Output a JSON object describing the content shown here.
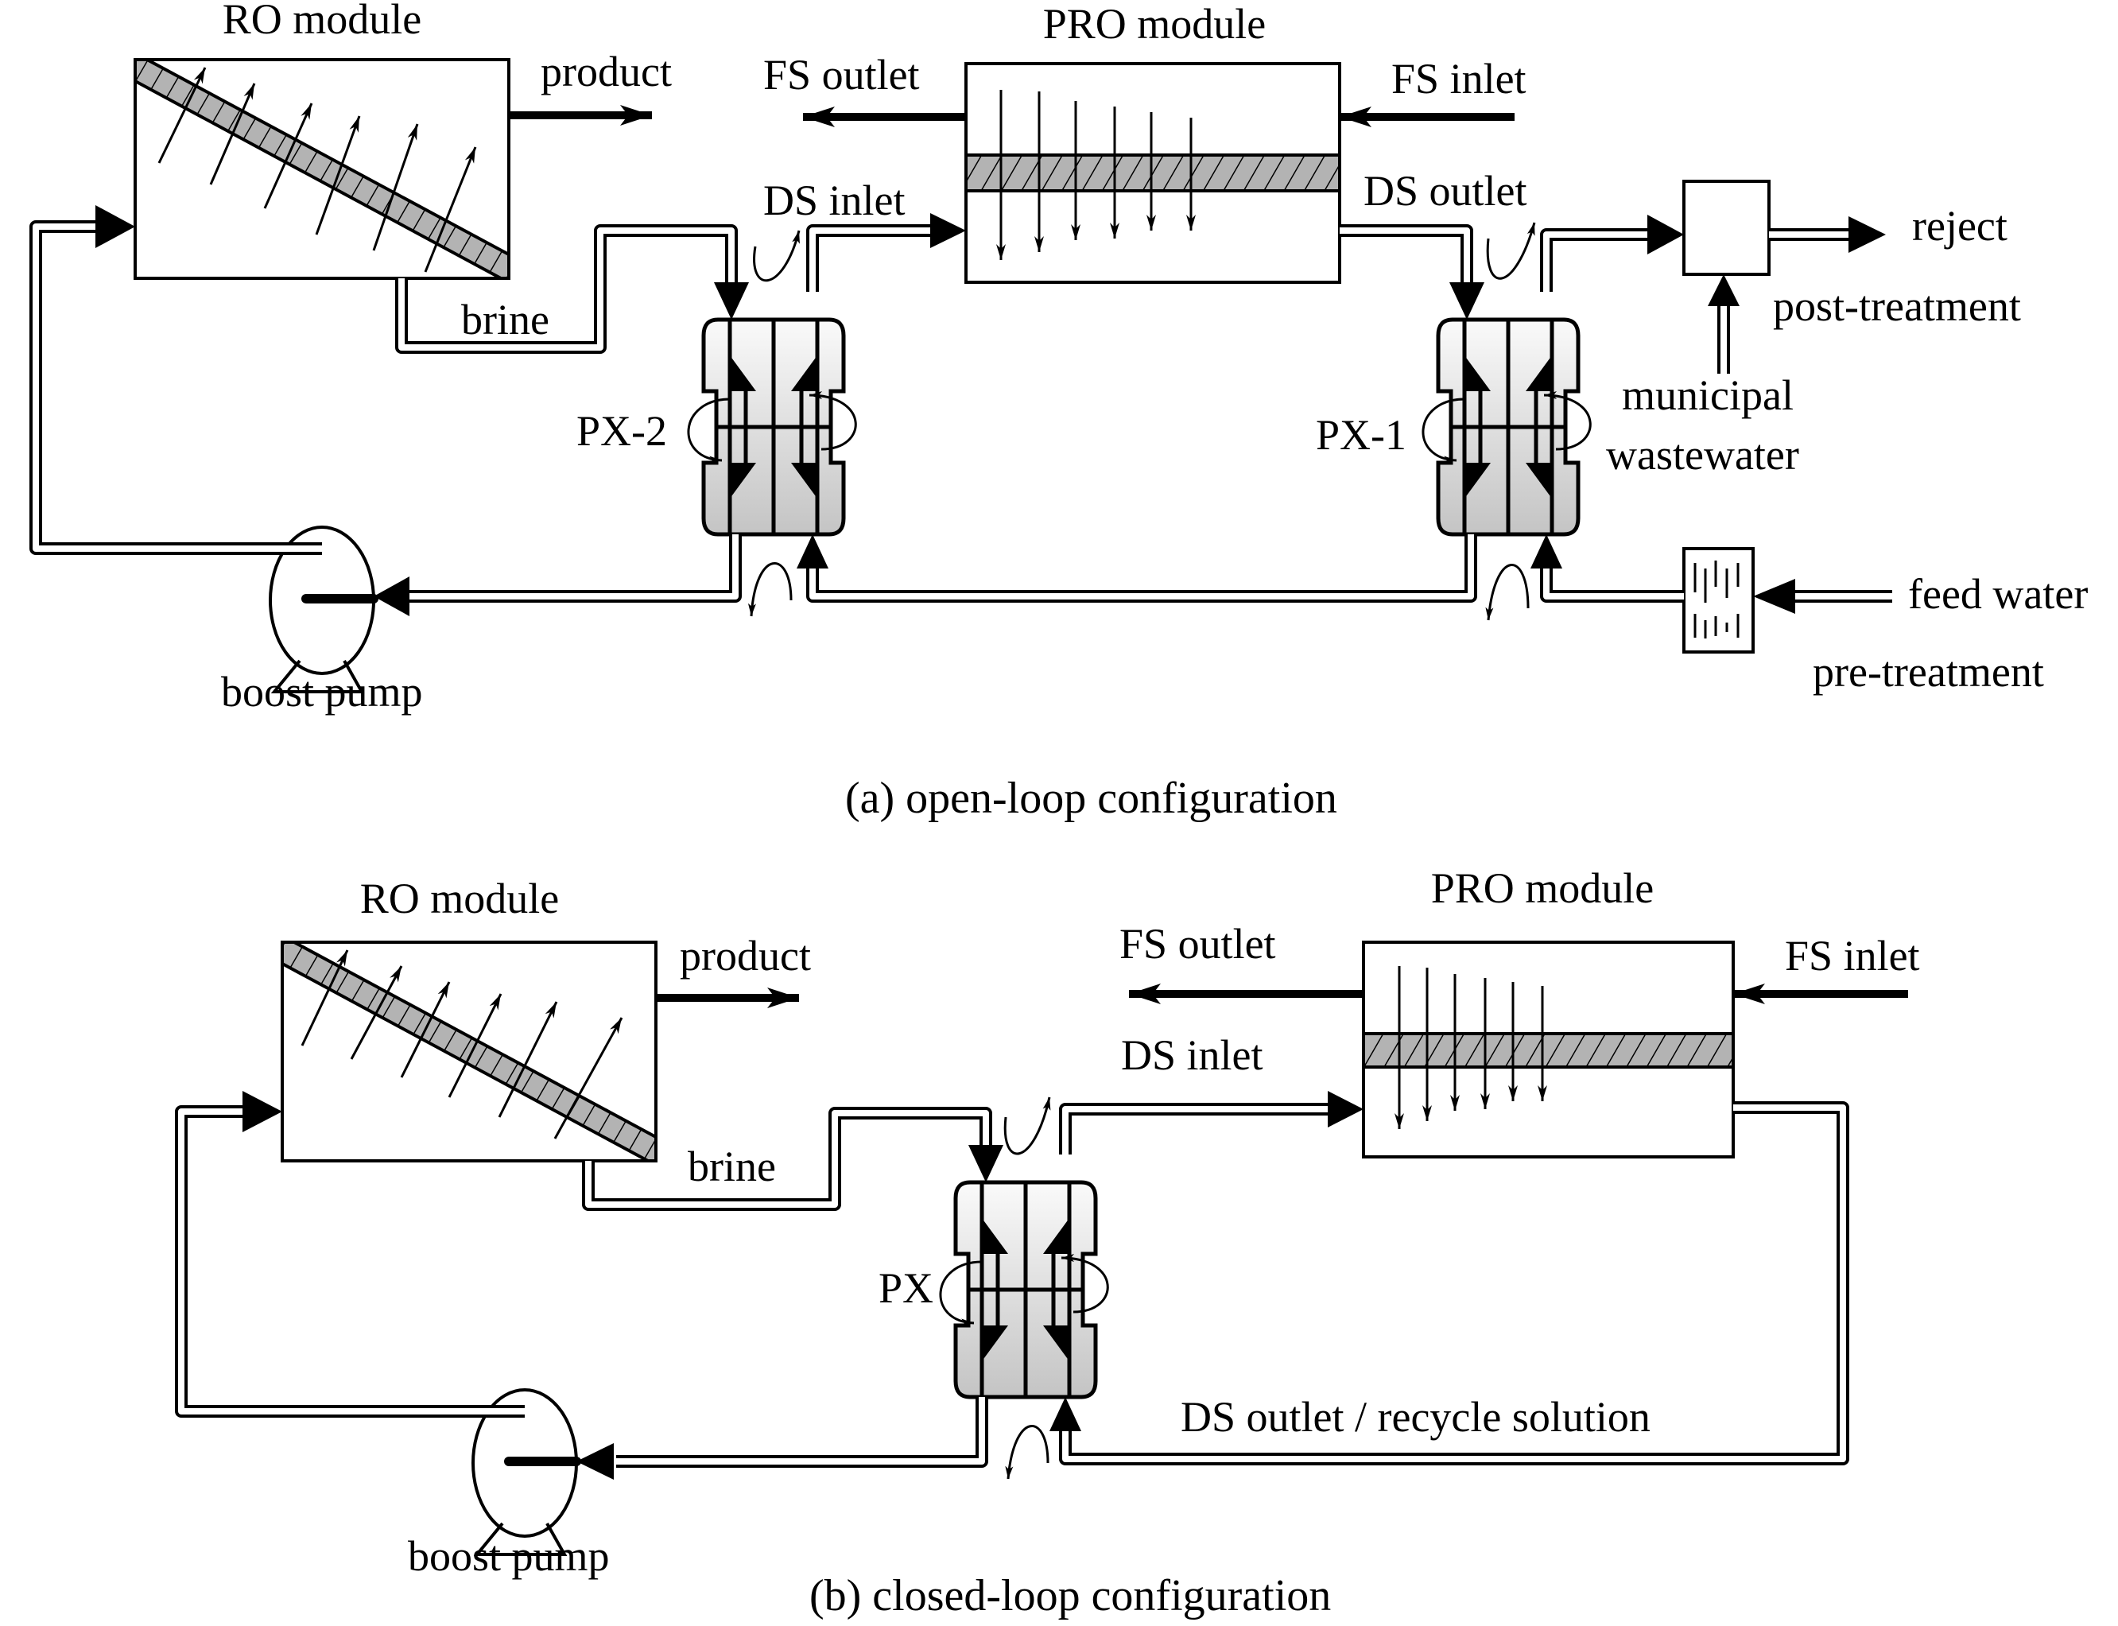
{
  "figure": {
    "panel_a": {
      "caption": "(a) open-loop configuration",
      "ro_module": {
        "title": "RO module",
        "product_label": "product",
        "brine_label": "brine"
      },
      "pro_module": {
        "title": "PRO module",
        "fs_outlet": "FS outlet",
        "fs_inlet": "FS inlet",
        "ds_inlet": "DS inlet",
        "ds_outlet": "DS outlet"
      },
      "px2_label": "PX-2",
      "px1_label": "PX-1",
      "pump_label": "boost pump",
      "post_treatment": {
        "label": "post-treatment",
        "output_label": "reject",
        "input_label_line1": "municipal",
        "input_label_line2": "wastewater"
      },
      "pre_treatment": {
        "label": "pre-treatment",
        "input_label": "feed water"
      }
    },
    "panel_b": {
      "caption": "(b) closed-loop configuration",
      "ro_module": {
        "title": "RO module",
        "product_label": "product",
        "brine_label": "brine"
      },
      "pro_module": {
        "title": "PRO module",
        "fs_outlet": "FS outlet",
        "fs_inlet": "FS inlet",
        "ds_inlet": "DS inlet"
      },
      "px_label": "PX",
      "recycle_label": "DS outlet / recycle solution",
      "pump_label": "boost pump"
    },
    "colors": {
      "line": "#000000",
      "membrane_fill": "#b3b3b3",
      "px_gradient_top": "#fafafa",
      "px_gradient_bottom": "#c4c4c4",
      "background": "#ffffff"
    }
  }
}
